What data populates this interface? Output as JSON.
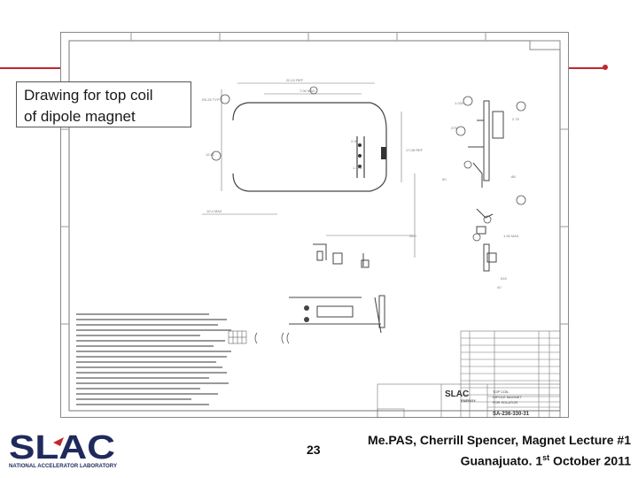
{
  "caption": {
    "line1": "Drawing for top coil",
    "line2": "of dipole magnet"
  },
  "footer": {
    "page_number": "23",
    "line1": "Me.PAS, Cherrill Spencer, Magnet Lecture #1",
    "line2_prefix": "Guanajuato. 1",
    "line2_sup": "st",
    "line2_suffix": " October 2011"
  },
  "logo": {
    "text": "SLAC",
    "subtitle": "NATIONAL ACCELERATOR LABORATORY"
  },
  "drawing": {
    "number": "SA-236-330-31",
    "title_block_logo": "SLAC",
    "title_block_org": "ENERGY",
    "title_lines": [
      "TOP COIL",
      "DIPOLE MAGNET",
      "FOR SOLATOR"
    ]
  },
  "colors": {
    "accent": "#c0282d",
    "logo_blue": "#1f2a5c"
  }
}
